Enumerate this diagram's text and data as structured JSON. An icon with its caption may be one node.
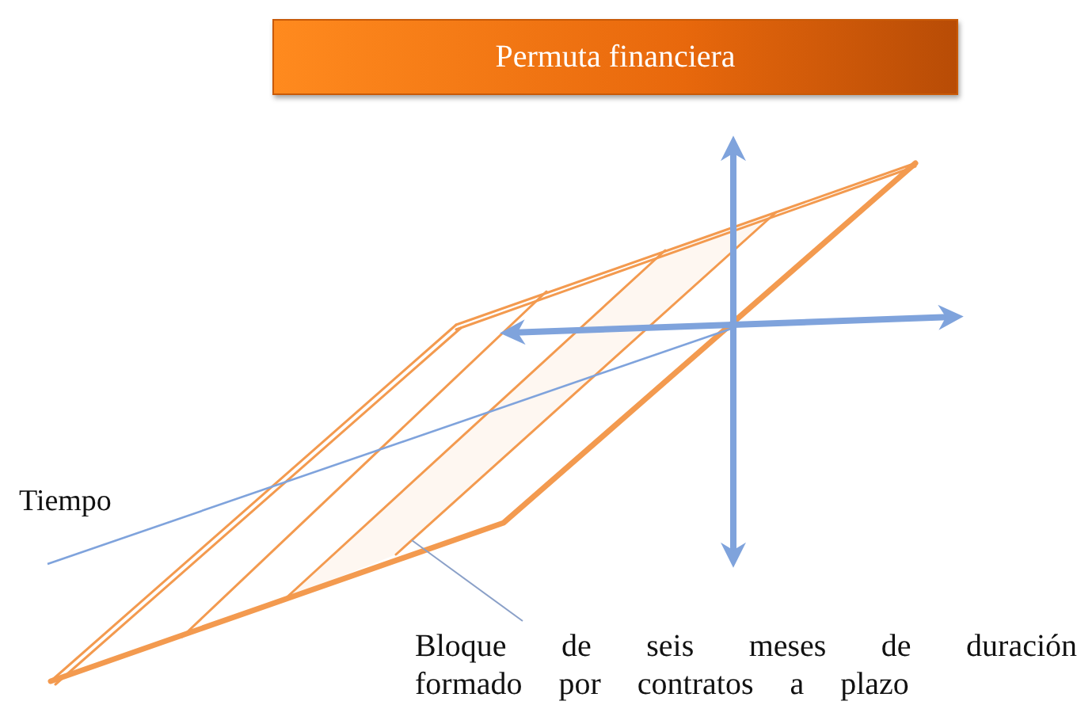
{
  "diagram": {
    "title": "Permuta financiera",
    "nodes": [
      {
        "text": [
          "Bloque de seis meses de duración formado por contratos a plazo"
        ]
      },
      {
        "text": [],
        "shape": "box"
      }
    ],
    "edges": [
      {
        "from": 0,
        "to": 1,
        "arrow": "none"
      }
    ],
    "labels": [
      "Tiempo"
    ]
  }
}
